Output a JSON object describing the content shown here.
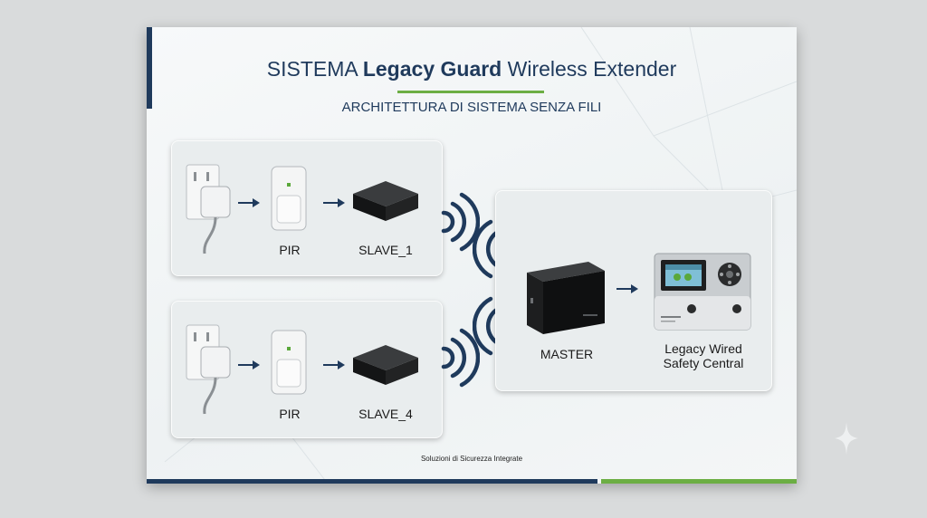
{
  "title": {
    "prefix": "SISTEMA",
    "brand": "Legacy Guard",
    "suffix": "Wireless Extender"
  },
  "subtitle": "ARCHITETTURA DI SISTEMA SENZA FILI",
  "chain_top": {
    "sensor_label": "PIR",
    "slave_label": "SLAVE_1"
  },
  "chain_bottom": {
    "sensor_label": "PIR",
    "slave_label": "SLAVE_4"
  },
  "hub": {
    "master_label": "MASTER",
    "central_label_line1": "Legacy Wired",
    "central_label_line2": "Safety Central"
  },
  "footer": "Soluzioni di Sicurezza Integrate",
  "colors": {
    "navy": "#1f3a5c",
    "green": "#6cae44",
    "signal": "#1f3a5c"
  }
}
